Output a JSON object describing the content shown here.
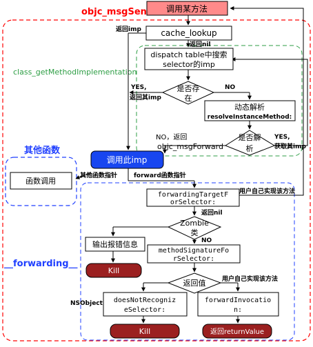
{
  "regions": {
    "msgsend_title": "objc_msgSend",
    "method_impl_title": "class_getMethodImplementation",
    "other_func_title": "其他函数",
    "forwarding_title": "__forwarding__"
  },
  "nodes": {
    "call_method": "调用某方法",
    "cache_lookup": "cache_lookup",
    "dispatch_line1": "dispatch table中搜索",
    "dispatch_line2": "selector的imp",
    "exists_line1": "是否存",
    "exists_line2": "在",
    "dynamic_line1": "动态解析",
    "dynamic_line2": "resolveInstanceMethod:",
    "resolved_line1": "是否解",
    "resolved_line2": "析",
    "call_imp": "调用此imp",
    "func_call": "函数调用",
    "fwd_target_line1": "forwardingTargetF",
    "fwd_target_line2": "orSelector:",
    "zombie_line1": "Zombie",
    "zombie_line2": "类",
    "log_error": "输出报错信息",
    "kill_1": "Kill",
    "method_sig_line1": "methodSignatureFo",
    "method_sig_line2": "rSelector:",
    "return_value": "返回值",
    "dnr_line1": "doesNotRecogniz",
    "dnr_line2": "eSelector:",
    "fwd_inv_line1": "forwardInvocatio",
    "fwd_inv_line2": "n:",
    "kill_2": "Kill",
    "return_result": "返回returnValue"
  },
  "labels": {
    "return_imp": "返回imp",
    "return_nil_1": "返回nil",
    "yes_return_imp_line1": "YES,",
    "yes_return_imp_line2": "返回其imp",
    "no_1": "NO",
    "no_return": "NO，返回",
    "objc_msgforward": "objc_msgForward",
    "yes_get_imp_line1": "YES,",
    "yes_get_imp_line2": "获取其imp",
    "other_func_ptr": "其他函数指针",
    "forward_func_ptr": "forward函数指针",
    "user_impl_1": "用户自己实现该方法",
    "return_nil_2": "返回nil",
    "no_2": "NO",
    "user_impl_2": "用户自己实现该方法",
    "nsobject": "NSObject"
  },
  "colors": {
    "red": "#ff0000",
    "green": "#2e9e45",
    "blue": "#1f3fff",
    "dark_red": "#9b2020",
    "call_imp_fill": "#1846f0",
    "call_method_fill": "#ff8a8a"
  }
}
